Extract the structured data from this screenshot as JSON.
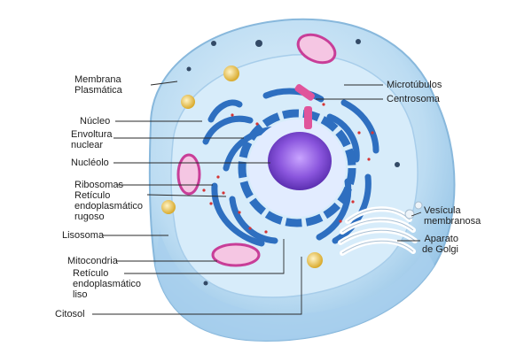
{
  "labels": {
    "membrana_plasmatica": "Membrana\nPlasmática",
    "nucleo": "Núcleo",
    "envoltura_nuclear": "Envoltura\nnuclear",
    "nucleolo": "Nucléolo",
    "ribosomas": "Ribosomas",
    "reticulo_rugoso": "Retículo\nendoplasmático\nrugoso",
    "lisosoma": "Lisosoma",
    "mitocondria": "Mitocondria",
    "reticulo_liso": "Retículo\nendoplasmático\nliso",
    "citosol": "Citosol",
    "microtubulos": "Microtúbulos",
    "centrosoma": "Centrosoma",
    "vesicula_membranosa": "Vesícula\nmembranosa",
    "aparato_golgi": "Aparato\nde Golgi"
  },
  "colors": {
    "cell_body": "#bcdcf2",
    "cytoplasm": "#d7ecfa",
    "er": "#2e6fc0",
    "nucleus": "#7b4bd0",
    "mitochondria": "#c83e98",
    "centrosome": "#e0549b",
    "lysosome": "#e7c24a",
    "golgi": "#e6eef5",
    "leader_line": "#2a2a2a"
  }
}
